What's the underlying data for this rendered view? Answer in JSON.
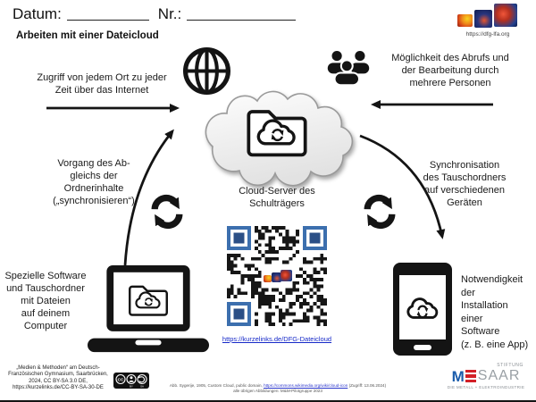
{
  "header": {
    "datum_label": "Datum:",
    "nr_label": "Nr.:",
    "title": "Arbeiten mit einer Dateicloud"
  },
  "logo": {
    "url": "https://dfg-lfa.org"
  },
  "diagram": {
    "access": {
      "line1": "Zugriff von jedem Ort zu jeder",
      "line2": "Zeit über das Internet"
    },
    "multi": {
      "line1": "Möglichkeit des Abrufs und",
      "line2": "der Bearbeitung durch",
      "line3": "mehrere Personen"
    },
    "sync_left": {
      "line1": "Vorgang des Ab-",
      "line2": "gleichs der",
      "line3": "Ordnerinhalte",
      "line4": "(„synchronisieren“)"
    },
    "cloud_label": {
      "line1": "Cloud-Server des",
      "line2": "Schulträgers"
    },
    "sync_right": {
      "line1": "Synchronisation",
      "line2": "des Tauschordners",
      "line3": "auf verschiedenen",
      "line4": "Geräten"
    },
    "laptop": {
      "line1": "Spezielle Software",
      "line2": "und Tauschordner",
      "line3": "mit Dateien",
      "line4": "auf deinem",
      "line5": "Computer"
    },
    "tablet": {
      "line1": "Notwendigkeit",
      "line2": "der",
      "line3": "Installation",
      "line4": "einer",
      "line5": "Software",
      "line6": "(z. B. eine App)"
    },
    "qr_link": "https://kurzelinks.de/DFG-Dateicloud"
  },
  "footer": {
    "license": {
      "line1": "„Medien & Methoden“ am Deutsch-",
      "line2": "Französischen Gymnasium, Saarbrücken,",
      "line3": "2024, CC BY-SA 3.0 DE,",
      "line4": "https://kurzelinks.de/CC-BY-SA-30-DE"
    },
    "attribution": {
      "line1_pre": "Abb. Sygerije, 1905, Custom Cloud, public domain,",
      "line1_link": "https://commons.wikimedia.org/wiki/cloud-icon",
      "line1_post": "(Zugriff: 13.06.2024)",
      "line2": "alle übrigen Abbildungen: M&M-Pilotgruppe 2023"
    },
    "mesaar": {
      "stiftung": "STIFTUNG",
      "m": "M",
      "saar": "SAAR",
      "tagline": "DIE METALL + ELEKTROINDUSTRIE"
    }
  },
  "colors": {
    "ink": "#1a1a1a",
    "link_blue": "#1629c8",
    "qr_finder_blue": "#3c6fae",
    "mesaar_blue": "#1b5cab",
    "mesaar_red": "#d32027",
    "cloud_fill": "#ededed"
  }
}
